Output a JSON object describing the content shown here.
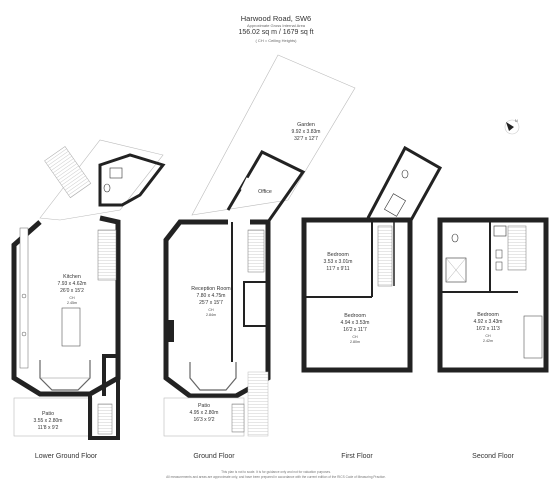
{
  "header": {
    "address": "Harwood Road, SW6",
    "area_caption": "Approximate Gross Internal Area",
    "area": "156.02 sq m / 1679 sq ft",
    "ch_note": "( CH = Ceiling Heights)"
  },
  "compass": {
    "label": "N"
  },
  "rooms": {
    "kitchen": {
      "name": "Kitchen",
      "metric": "7.93 x 4.62m",
      "imperial": "26'0 x 15'2",
      "ch_label": "CH",
      "ch": "2.45m"
    },
    "patio_lower": {
      "name": "Patio",
      "metric": "3.55 x 2.80m",
      "imperial": "11'8 x 9'2"
    },
    "garden": {
      "name": "Garden",
      "metric": "9.92 x 3.83m",
      "imperial": "32'7 x 12'7"
    },
    "office": {
      "name": "Office"
    },
    "reception": {
      "name": "Reception Room",
      "metric": "7.80 x 4.75m",
      "imperial": "25'7 x 15'7",
      "ch_label": "CH",
      "ch": "2.84m"
    },
    "patio_ground": {
      "name": "Patio",
      "metric": "4.95 x 2.80m",
      "imperial": "16'3 x 9'2"
    },
    "bedroom_small": {
      "name": "Bedroom",
      "metric": "3.53 x 3.01m",
      "imperial": "11'7 x 9'11"
    },
    "bedroom_first": {
      "name": "Bedroom",
      "metric": "4.94 x 3.53m",
      "imperial": "16'2 x 11'7",
      "ch_label": "CH",
      "ch": "2.80m"
    },
    "bedroom_second": {
      "name": "Bedroom",
      "metric": "4.92 x 3.43m",
      "imperial": "16'2 x 11'3",
      "ch_label": "CH",
      "ch": "2.42m"
    }
  },
  "floors": {
    "lower_ground": "Lower Ground Floor",
    "ground": "Ground Floor",
    "first": "First Floor",
    "second": "Second Floor"
  },
  "footer": {
    "line1": "This plan is not to scale. It is for guidance only and not for valuation purposes.",
    "line2": "All measurements and areas are approximate only, and have been prepared in accordance with the current edition of the RICS Code of Measuring Practice."
  }
}
